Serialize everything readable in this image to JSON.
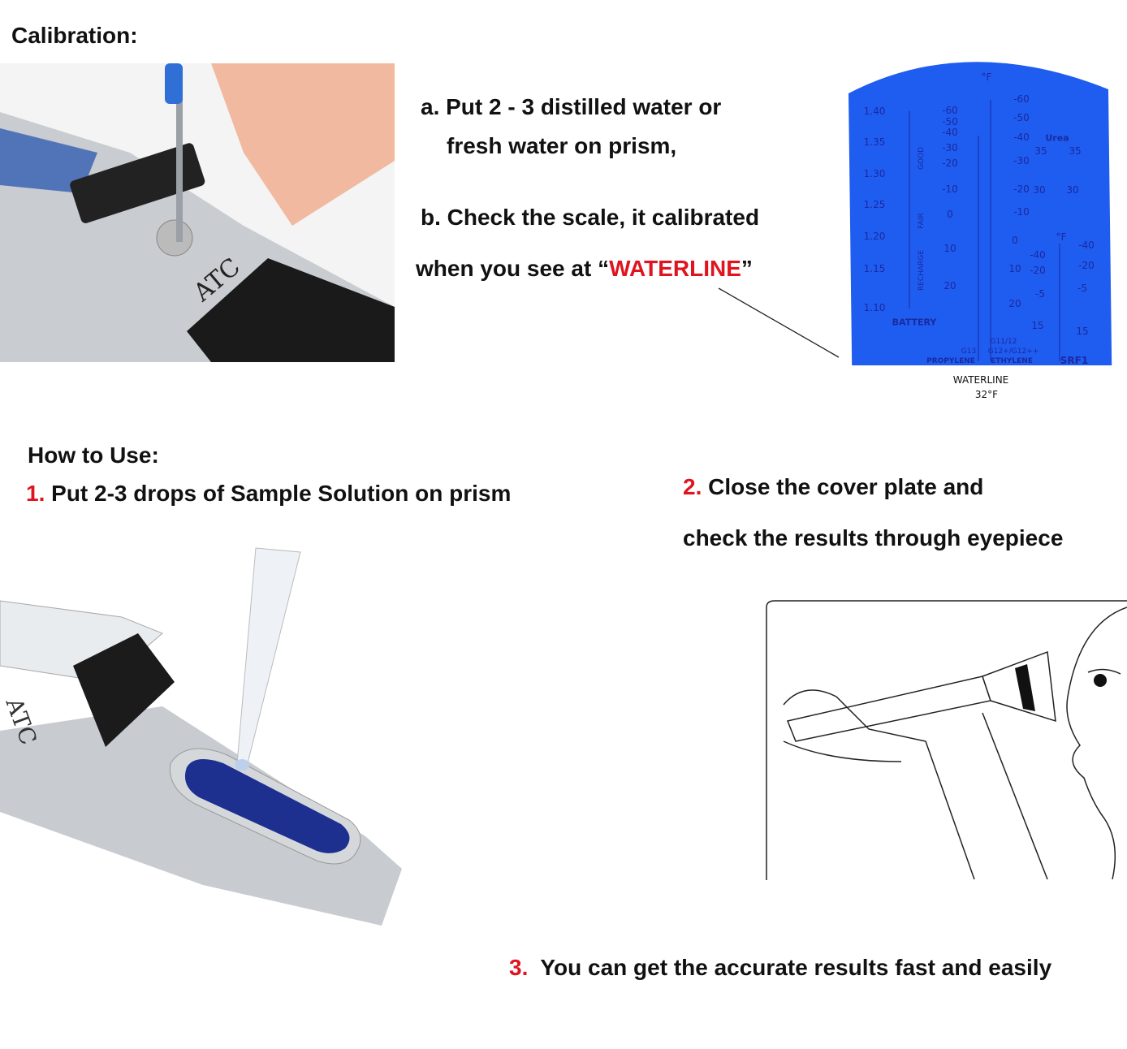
{
  "colors": {
    "accent_red": "#e0141e",
    "scale_blue": "#1f5cf0",
    "scale_text": "#1a2aa0"
  },
  "calibration": {
    "heading": "Calibration:",
    "step_a_line1": "a. Put 2 - 3 distilled water or",
    "step_a_line2": "fresh water on prism,",
    "step_b_line1": "b. Check the scale, it calibrated",
    "step_b_line2_prefix": "when you see at “",
    "step_b_highlight": "WATERLINE",
    "step_b_line2_suffix": "”",
    "photo_label": "ATC"
  },
  "scale": {
    "unit_top": "°F",
    "battery": {
      "label": "BATTERY",
      "values": [
        "1.40",
        "1.35",
        "1.30",
        "1.25",
        "1.20",
        "1.15",
        "1.10"
      ],
      "zones": [
        "GOOD",
        "FAIR",
        "RECHARGE"
      ]
    },
    "propylene": {
      "values": [
        "-60",
        "-50",
        "-40",
        "-30",
        "-20",
        "-10",
        "0",
        "10",
        "20"
      ],
      "label1": "G13",
      "label2": "PROPYLENE"
    },
    "ethylene": {
      "values": [
        "-60",
        "-50",
        "-40",
        "-30",
        "-20",
        "-10",
        "0",
        "10",
        "20"
      ],
      "label1": "G11/12",
      "label2": "G12+/G12++",
      "label3": "ETHYLENE"
    },
    "urea": {
      "label": "Urea",
      "values": [
        "35",
        "35",
        "30",
        "30"
      ]
    },
    "srf1": {
      "unit": "°F",
      "left": [
        "-40",
        "-20",
        "-5",
        "15"
      ],
      "right": [
        "-40",
        "-20",
        "-5",
        "15"
      ],
      "label": "SRF1"
    },
    "waterline": "WATERLINE",
    "waterline_temp": "32°F"
  },
  "how_to_use": {
    "heading": "How to Use:",
    "step1_num": "1.",
    "step1_text": "Put 2-3 drops of Sample Solution on prism",
    "step2_num": "2.",
    "step2_line1": "Close the cover plate and",
    "step2_line2": "check the results through eyepiece",
    "step3_num": "3.",
    "step3_text": "You can get the accurate results fast and easily",
    "photo_label": "ATC"
  }
}
